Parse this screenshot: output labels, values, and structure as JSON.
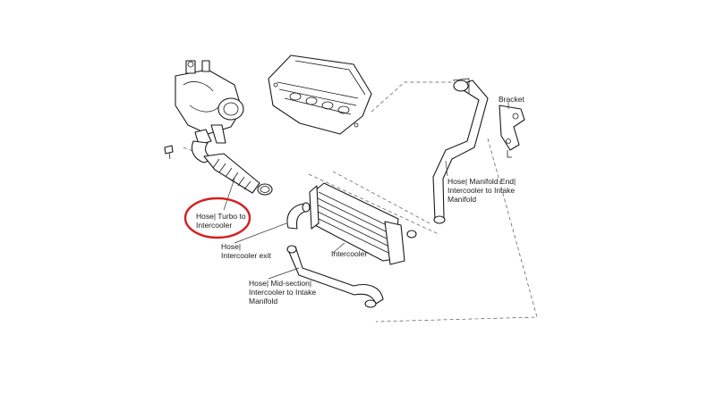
{
  "labels": {
    "bracket": "Bracket",
    "manifold_end": [
      "Hose| Manifold End|",
      "Intercooler to Intake",
      "Manifold"
    ],
    "turbo": [
      "Hose| Turbo to",
      "Intercooler"
    ],
    "exit": [
      "Hose|",
      "Intercooler exit"
    ],
    "intercooler": "Intercooler",
    "mid": [
      "Hose| Mid-section|",
      "Intercooler to Intake",
      "Manifold"
    ]
  },
  "colors": {
    "highlight_circle": "#d42020",
    "line": "#1a1a1a",
    "background": "#ffffff"
  }
}
